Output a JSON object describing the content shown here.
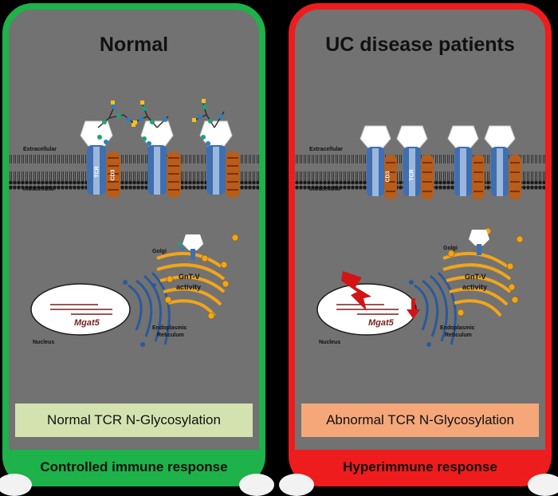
{
  "panels": {
    "left": {
      "title": "Normal",
      "extracellular": "Extracellular",
      "intracellular": "Intracellular",
      "tcr": "TCR",
      "cd3": "CD3",
      "golgi": "Golgi",
      "gnt_v": "GnT-V",
      "activity": "activity",
      "gene": "Mgat5",
      "nucleus": "Nucleus",
      "er_line1": "Endoplasmic",
      "er_line2": "Reticulum",
      "status": "Normal TCR N-Glycosylation",
      "outcome": "Controlled immune response",
      "border_color": "#1db24a",
      "status_color": "#d4e2b0"
    },
    "right": {
      "title": "UC disease patients",
      "extracellular": "Extracellular",
      "intracellular": "Intracellular",
      "tcr": "TCR",
      "cd3": "CD3",
      "golgi": "Golgi",
      "gnt_v": "GnT-V",
      "activity": "activity",
      "gene": "Mgat5",
      "nucleus": "Nucleus",
      "er_line1": "Endoplasmic",
      "er_line2": "Reticulum",
      "status": "Abnormal TCR N-Glycosylation",
      "outcome": "Hyperimmune response",
      "border_color": "#ee1c1c",
      "status_color": "#f5a77a"
    }
  },
  "icons": [
    "tcr-receptor-icon",
    "cd3-coil-icon",
    "glycan-chain-icon",
    "lightning-bolt-icon",
    "down-arrow-icon"
  ]
}
